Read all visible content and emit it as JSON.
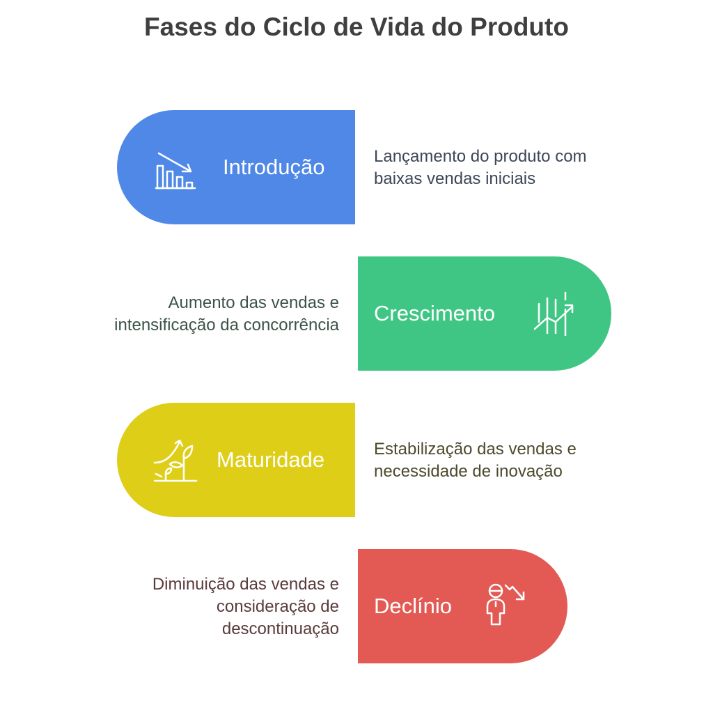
{
  "title": "Fases do Ciclo de Vida do Produto",
  "stages": [
    {
      "label": "Introdução",
      "icon": "declining-bar-chart-icon",
      "color": "#4f88e6",
      "description": [
        "Lançamento do produto com",
        "baixas vendas iniciais"
      ],
      "text_color": "#3d4658"
    },
    {
      "label": "Crescimento",
      "icon": "growth-chart-icon",
      "color": "#40c684",
      "description": [
        "Aumento das vendas e",
        "intensificação da concorrência"
      ],
      "text_color": "#3b5347"
    },
    {
      "label": "Maturidade",
      "icon": "plant-growth-icon",
      "color": "#dece18",
      "description": [
        "Estabilização das vendas e",
        "necessidade de inovação"
      ],
      "text_color": "#4d4a2c"
    },
    {
      "label": "Declínio",
      "icon": "person-decline-icon",
      "color": "#e35a55",
      "description": [
        "Diminuição das vendas e",
        "consideração de",
        "descontinuação"
      ],
      "text_color": "#5a3b3b"
    }
  ]
}
